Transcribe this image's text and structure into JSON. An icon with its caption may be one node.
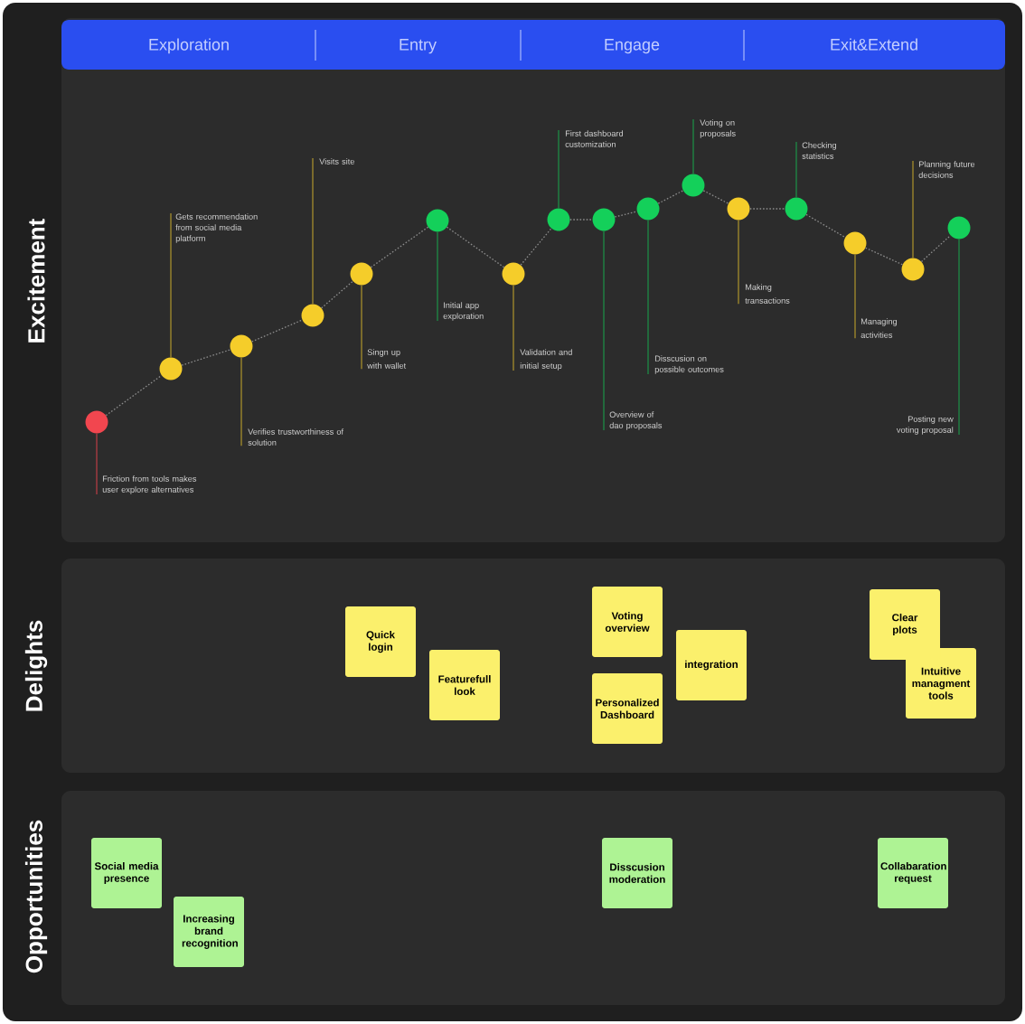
{
  "diagram": {
    "nodes": [
      {
        "text": [
          "Excitement"
        ]
      },
      {
        "text": [
          "Exploration",
          "Entry",
          "Engage",
          "Exit&Extend"
        ],
        "in": 0
      },
      {
        "text": [],
        "shape": "circle",
        "in": 0
      },
      {
        "text": [
          "Friction from tools makes user explore alternatives"
        ],
        "in": 0
      },
      {
        "text": [],
        "shape": "circle",
        "in": 0
      },
      {
        "text": [
          "Gets recommendation from social media platform"
        ],
        "in": 0
      },
      {
        "text": [],
        "shape": "circle",
        "in": 0
      },
      {
        "text": [
          "Verifies trustworthiness of solution"
        ],
        "in": 0
      },
      {
        "text": [],
        "shape": "circle",
        "in": 0
      },
      {
        "text": [
          "Visits site"
        ],
        "in": 0
      },
      {
        "text": [],
        "shape": "circle",
        "in": 0
      },
      {
        "text": [
          "Singn up with wallet"
        ],
        "in": 0
      },
      {
        "text": [],
        "shape": "circle",
        "in": 0
      },
      {
        "text": [
          "Initial app exploration"
        ],
        "in": 0
      },
      {
        "text": [],
        "shape": "circle",
        "in": 0
      },
      {
        "text": [
          "Validation and initial setup"
        ],
        "in": 0
      },
      {
        "text": [],
        "shape": "circle",
        "in": 0
      },
      {
        "text": [
          "First dashboard customization"
        ],
        "in": 0
      },
      {
        "text": [],
        "shape": "circle",
        "in": 0
      },
      {
        "text": [
          "Overview of dao proposals"
        ],
        "in": 0
      },
      {
        "text": [],
        "shape": "circle",
        "in": 0
      },
      {
        "text": [
          "Disscusion on possible outcomes"
        ],
        "in": 0
      },
      {
        "text": [],
        "shape": "circle",
        "in": 0
      },
      {
        "text": [
          "Voting on proposals"
        ],
        "in": 0
      },
      {
        "text": [],
        "shape": "circle",
        "in": 0
      },
      {
        "text": [
          "Making transactions"
        ],
        "in": 0
      },
      {
        "text": [],
        "shape": "circle",
        "in": 0
      },
      {
        "text": [
          "Checking statistics"
        ],
        "in": 0
      },
      {
        "text": [],
        "shape": "circle",
        "in": 0
      },
      {
        "text": [
          "Managing activities"
        ],
        "in": 0
      },
      {
        "text": [],
        "shape": "circle",
        "in": 0
      },
      {
        "text": [
          "Planning future decisions"
        ],
        "in": 0
      },
      {
        "text": [],
        "shape": "circle",
        "in": 0
      },
      {
        "text": [
          "Posting new voting proposal"
        ],
        "in": 0
      },
      {
        "text": [
          "Delights"
        ]
      },
      {
        "text": [
          "Quick login"
        ],
        "in": 34
      },
      {
        "text": [
          "Featurefull look"
        ],
        "in": 34
      },
      {
        "text": [
          "Voting overview"
        ],
        "in": 34
      },
      {
        "text": [
          "Personalized Dashboard"
        ],
        "in": 34
      },
      {
        "text": [
          "integration"
        ],
        "in": 34
      },
      {
        "text": [
          "Clear plots"
        ],
        "in": 34
      },
      {
        "text": [
          "Intuitive managment tools"
        ],
        "in": 34
      },
      {
        "text": [
          "Opportunities"
        ]
      },
      {
        "text": [
          "Social media presence"
        ],
        "in": 42
      },
      {
        "text": [
          "Increasing brand recognition"
        ],
        "in": 42
      },
      {
        "text": [
          "Disscusion moderation"
        ],
        "in": 42
      },
      {
        "text": [
          "Collabaration request"
        ],
        "in": 42
      }
    ],
    "edges": [
      {
        "from": 3,
        "to": 2,
        "arrow": "none",
        "color": "#d8404a"
      },
      {
        "from": 5,
        "to": 4,
        "arrow": "none",
        "color": "#c9aa2c"
      },
      {
        "from": 7,
        "to": 6,
        "arrow": "none",
        "color": "#c9aa2c"
      },
      {
        "from": 9,
        "to": 8,
        "arrow": "none",
        "color": "#c9aa2c"
      },
      {
        "from": 11,
        "to": 10,
        "arrow": "none",
        "color": "#c9aa2c"
      },
      {
        "from": 13,
        "to": 12,
        "arrow": "none",
        "color": "#1aa84e"
      },
      {
        "from": 15,
        "to": 14,
        "arrow": "none",
        "color": "#c9aa2c"
      },
      {
        "from": 17,
        "to": 16,
        "arrow": "none",
        "color": "#1aa84e"
      },
      {
        "from": 19,
        "to": 18,
        "arrow": "none",
        "color": "#1aa84e"
      },
      {
        "from": 21,
        "to": 20,
        "arrow": "none",
        "color": "#1aa84e"
      },
      {
        "from": 23,
        "to": 22,
        "arrow": "none",
        "color": "#1aa84e"
      },
      {
        "from": 25,
        "to": 24,
        "arrow": "none",
        "color": "#c9aa2c"
      },
      {
        "from": 27,
        "to": 26,
        "arrow": "none",
        "color": "#1aa84e"
      },
      {
        "from": 29,
        "to": 28,
        "arrow": "none",
        "color": "#c9aa2c"
      },
      {
        "from": 31,
        "to": 30,
        "arrow": "none",
        "color": "#c9aa2c"
      },
      {
        "from": 33,
        "to": 32,
        "arrow": "none",
        "color": "#1aa84e"
      },
      {
        "from": 2,
        "to": 4,
        "arrow": "none",
        "style": "dashed"
      },
      {
        "from": 4,
        "to": 6,
        "arrow": "none",
        "style": "dashed"
      },
      {
        "from": 6,
        "to": 8,
        "arrow": "none",
        "style": "dashed"
      },
      {
        "from": 8,
        "to": 10,
        "arrow": "none",
        "style": "dashed"
      },
      {
        "from": 10,
        "to": 12,
        "arrow": "none",
        "style": "dashed"
      },
      {
        "from": 12,
        "to": 14,
        "arrow": "none",
        "style": "dashed"
      },
      {
        "from": 14,
        "to": 16,
        "arrow": "none",
        "style": "dashed"
      },
      {
        "from": 16,
        "to": 18,
        "arrow": "none",
        "style": "dashed"
      },
      {
        "from": 18,
        "to": 20,
        "arrow": "none",
        "style": "dashed"
      },
      {
        "from": 20,
        "to": 22,
        "arrow": "none",
        "style": "dashed"
      },
      {
        "from": 22,
        "to": 24,
        "arrow": "none",
        "style": "dashed"
      },
      {
        "from": 24,
        "to": 26,
        "arrow": "none",
        "style": "dashed"
      },
      {
        "from": 26,
        "to": 28,
        "arrow": "none",
        "style": "dashed"
      },
      {
        "from": 28,
        "to": 30,
        "arrow": "none",
        "style": "dashed"
      },
      {
        "from": 30,
        "to": 32,
        "arrow": "none",
        "style": "dashed"
      }
    ]
  }
}
